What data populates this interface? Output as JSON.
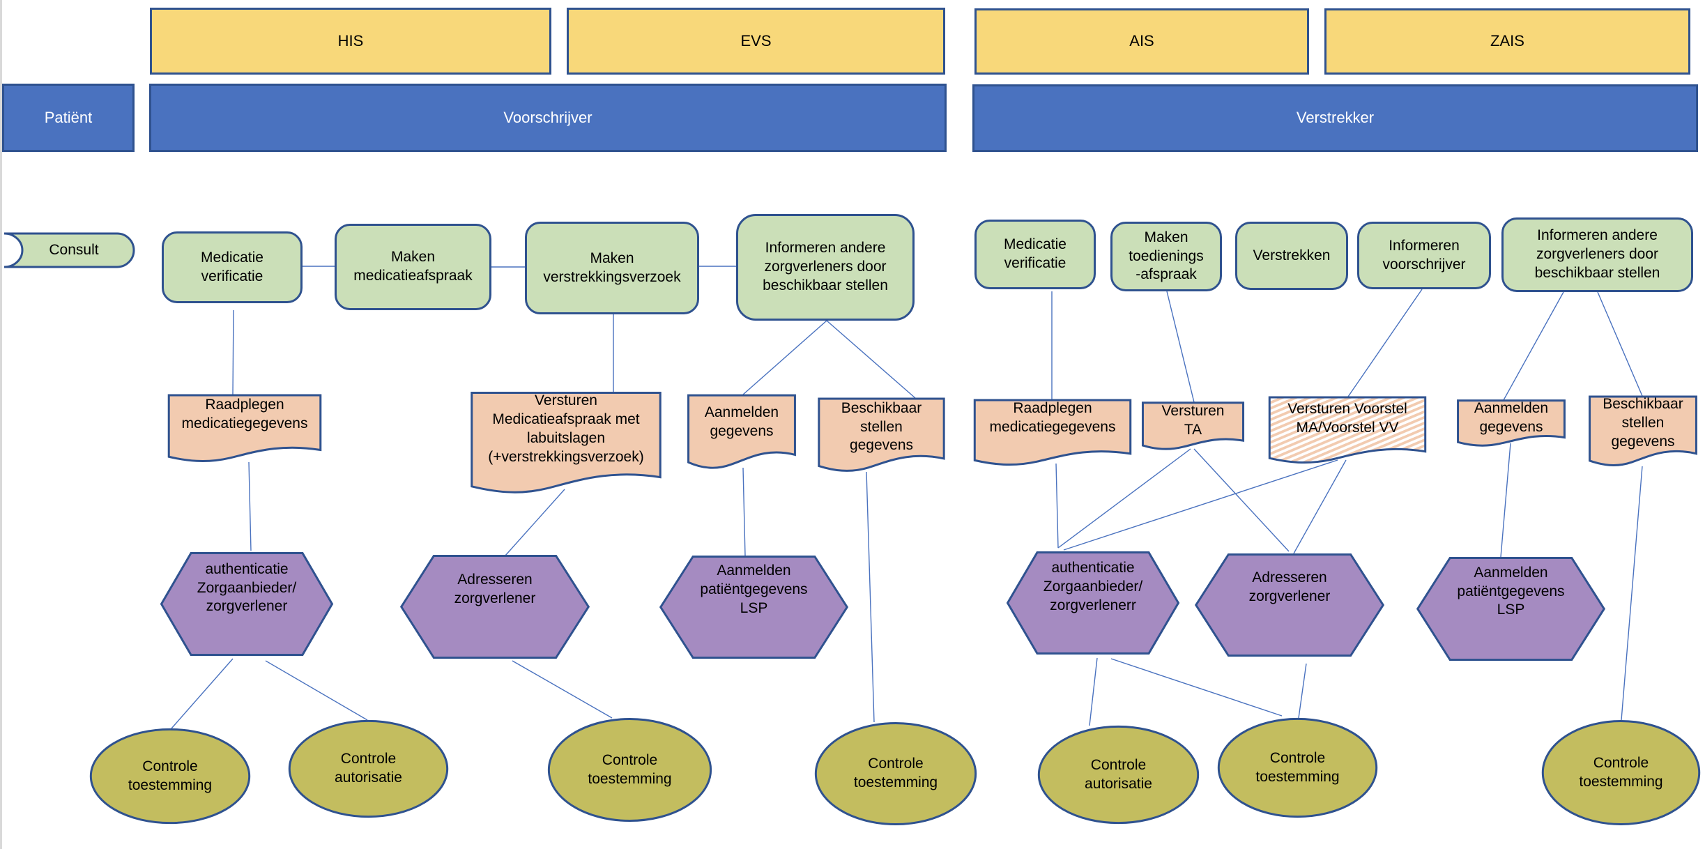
{
  "colors": {
    "system_fill": "#f8d87a",
    "role_fill": "#4a72bf",
    "process_fill": "#cbdfb8",
    "document_fill": "#f2cbb0",
    "service_fill": "#a58bc1",
    "control_fill": "#c3bd5f",
    "stroke": "#2f528f",
    "connector": "#4a72bf"
  },
  "systems": [
    "HIS",
    "EVS",
    "AIS",
    "ZAIS"
  ],
  "roles": [
    "Patiënt",
    "Voorschrijver",
    "Verstrekker"
  ],
  "trigger": "Consult",
  "prescriber": {
    "processes": [
      "Medicatie\nverificatie",
      "Maken\nmedicatieafspraak",
      "Maken\nverstrekkingsverzoek",
      "Informeren andere\nzorgverleners door\nbeschikbaar stellen"
    ],
    "transactions": [
      "Raadplegen\nmedicatiegegevens",
      "Versturen\nMedicatieafspraak met\nlabuitslagen\n(+verstrekkingsverzoek)",
      "Aanmelden\ngegevens",
      "Beschikbaar\nstellen\ngegevens"
    ],
    "services": [
      "authenticatie\nZorgaanbieder/\nzorgverlener",
      "Adresseren\nzorgverlener",
      "Aanmelden\npatiëntgegevens\nLSP"
    ],
    "controls": [
      "Controle\ntoestemming",
      "Controle\nautorisatie",
      "Controle\ntoestemming",
      "Controle\ntoestemming"
    ]
  },
  "dispenser": {
    "processes": [
      "Medicatie\nverificatie",
      "Maken\ntoedienings\n-afspraak",
      "Verstrekken",
      "Informeren\nvoorschrijver",
      "Informeren andere\nzorgverleners door\nbeschikbaar stellen"
    ],
    "transactions": [
      "Raadplegen\nmedicatiegegevens",
      "Versturen\nTA",
      "Versturen Voorstel\nMA/Voorstel VV",
      "Aanmelden\ngegevens",
      "Beschikbaar\nstellen\ngegevens"
    ],
    "services": [
      "authenticatie\nZorgaanbieder/\nzorgverlenerr",
      "Adresseren\nzorgverlener",
      "Aanmelden\npatiëntgegevens\nLSP"
    ],
    "controls": [
      "Controle\nautorisatie",
      "Controle\ntoestemming",
      "Controle\ntoestemming"
    ]
  }
}
